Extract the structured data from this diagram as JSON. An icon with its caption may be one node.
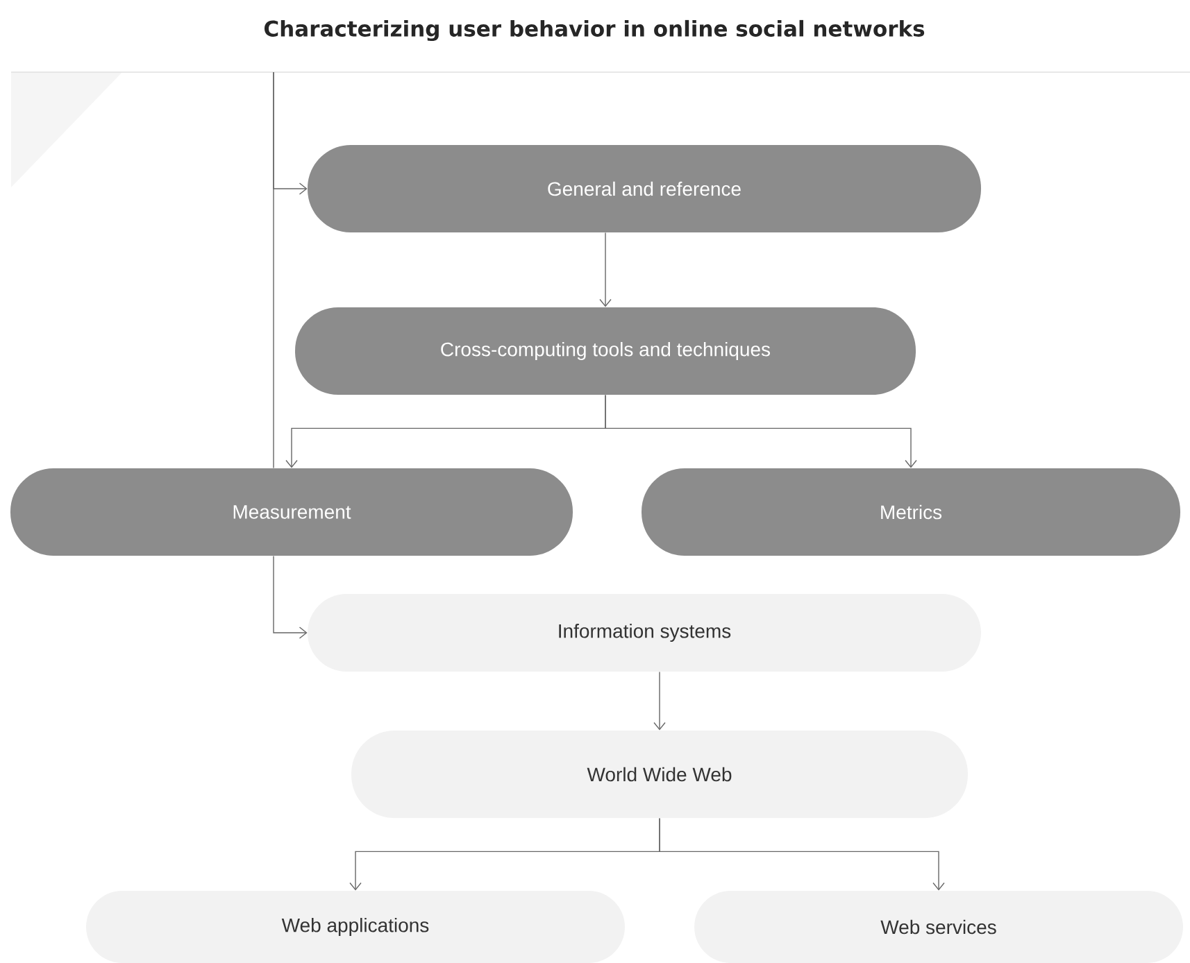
{
  "diagram": {
    "title": "Characterizing user behavior in online social networks",
    "nodes": [
      {
        "text": [
          "General and reference"
        ]
      },
      {
        "text": [
          "Cross-computing tools and techniques"
        ]
      },
      {
        "text": [
          "Measurement"
        ]
      },
      {
        "text": [
          "Metrics"
        ]
      },
      {
        "text": [
          "Information systems"
        ]
      },
      {
        "text": [
          "World Wide Web"
        ]
      },
      {
        "text": [
          "Web applications"
        ]
      },
      {
        "text": [
          "Web services"
        ]
      }
    ],
    "edges": [
      {
        "from": null,
        "to": 0,
        "arrow": "to"
      },
      {
        "from": null,
        "to": 4,
        "arrow": "to"
      },
      {
        "from": 0,
        "to": 1,
        "arrow": "to"
      },
      {
        "from": 1,
        "to": 2,
        "arrow": "to"
      },
      {
        "from": 1,
        "to": 3,
        "arrow": "to"
      },
      {
        "from": 4,
        "to": 5,
        "arrow": "to"
      },
      {
        "from": 5,
        "to": 6,
        "arrow": "to"
      },
      {
        "from": 5,
        "to": 7,
        "arrow": "to"
      }
    ]
  }
}
